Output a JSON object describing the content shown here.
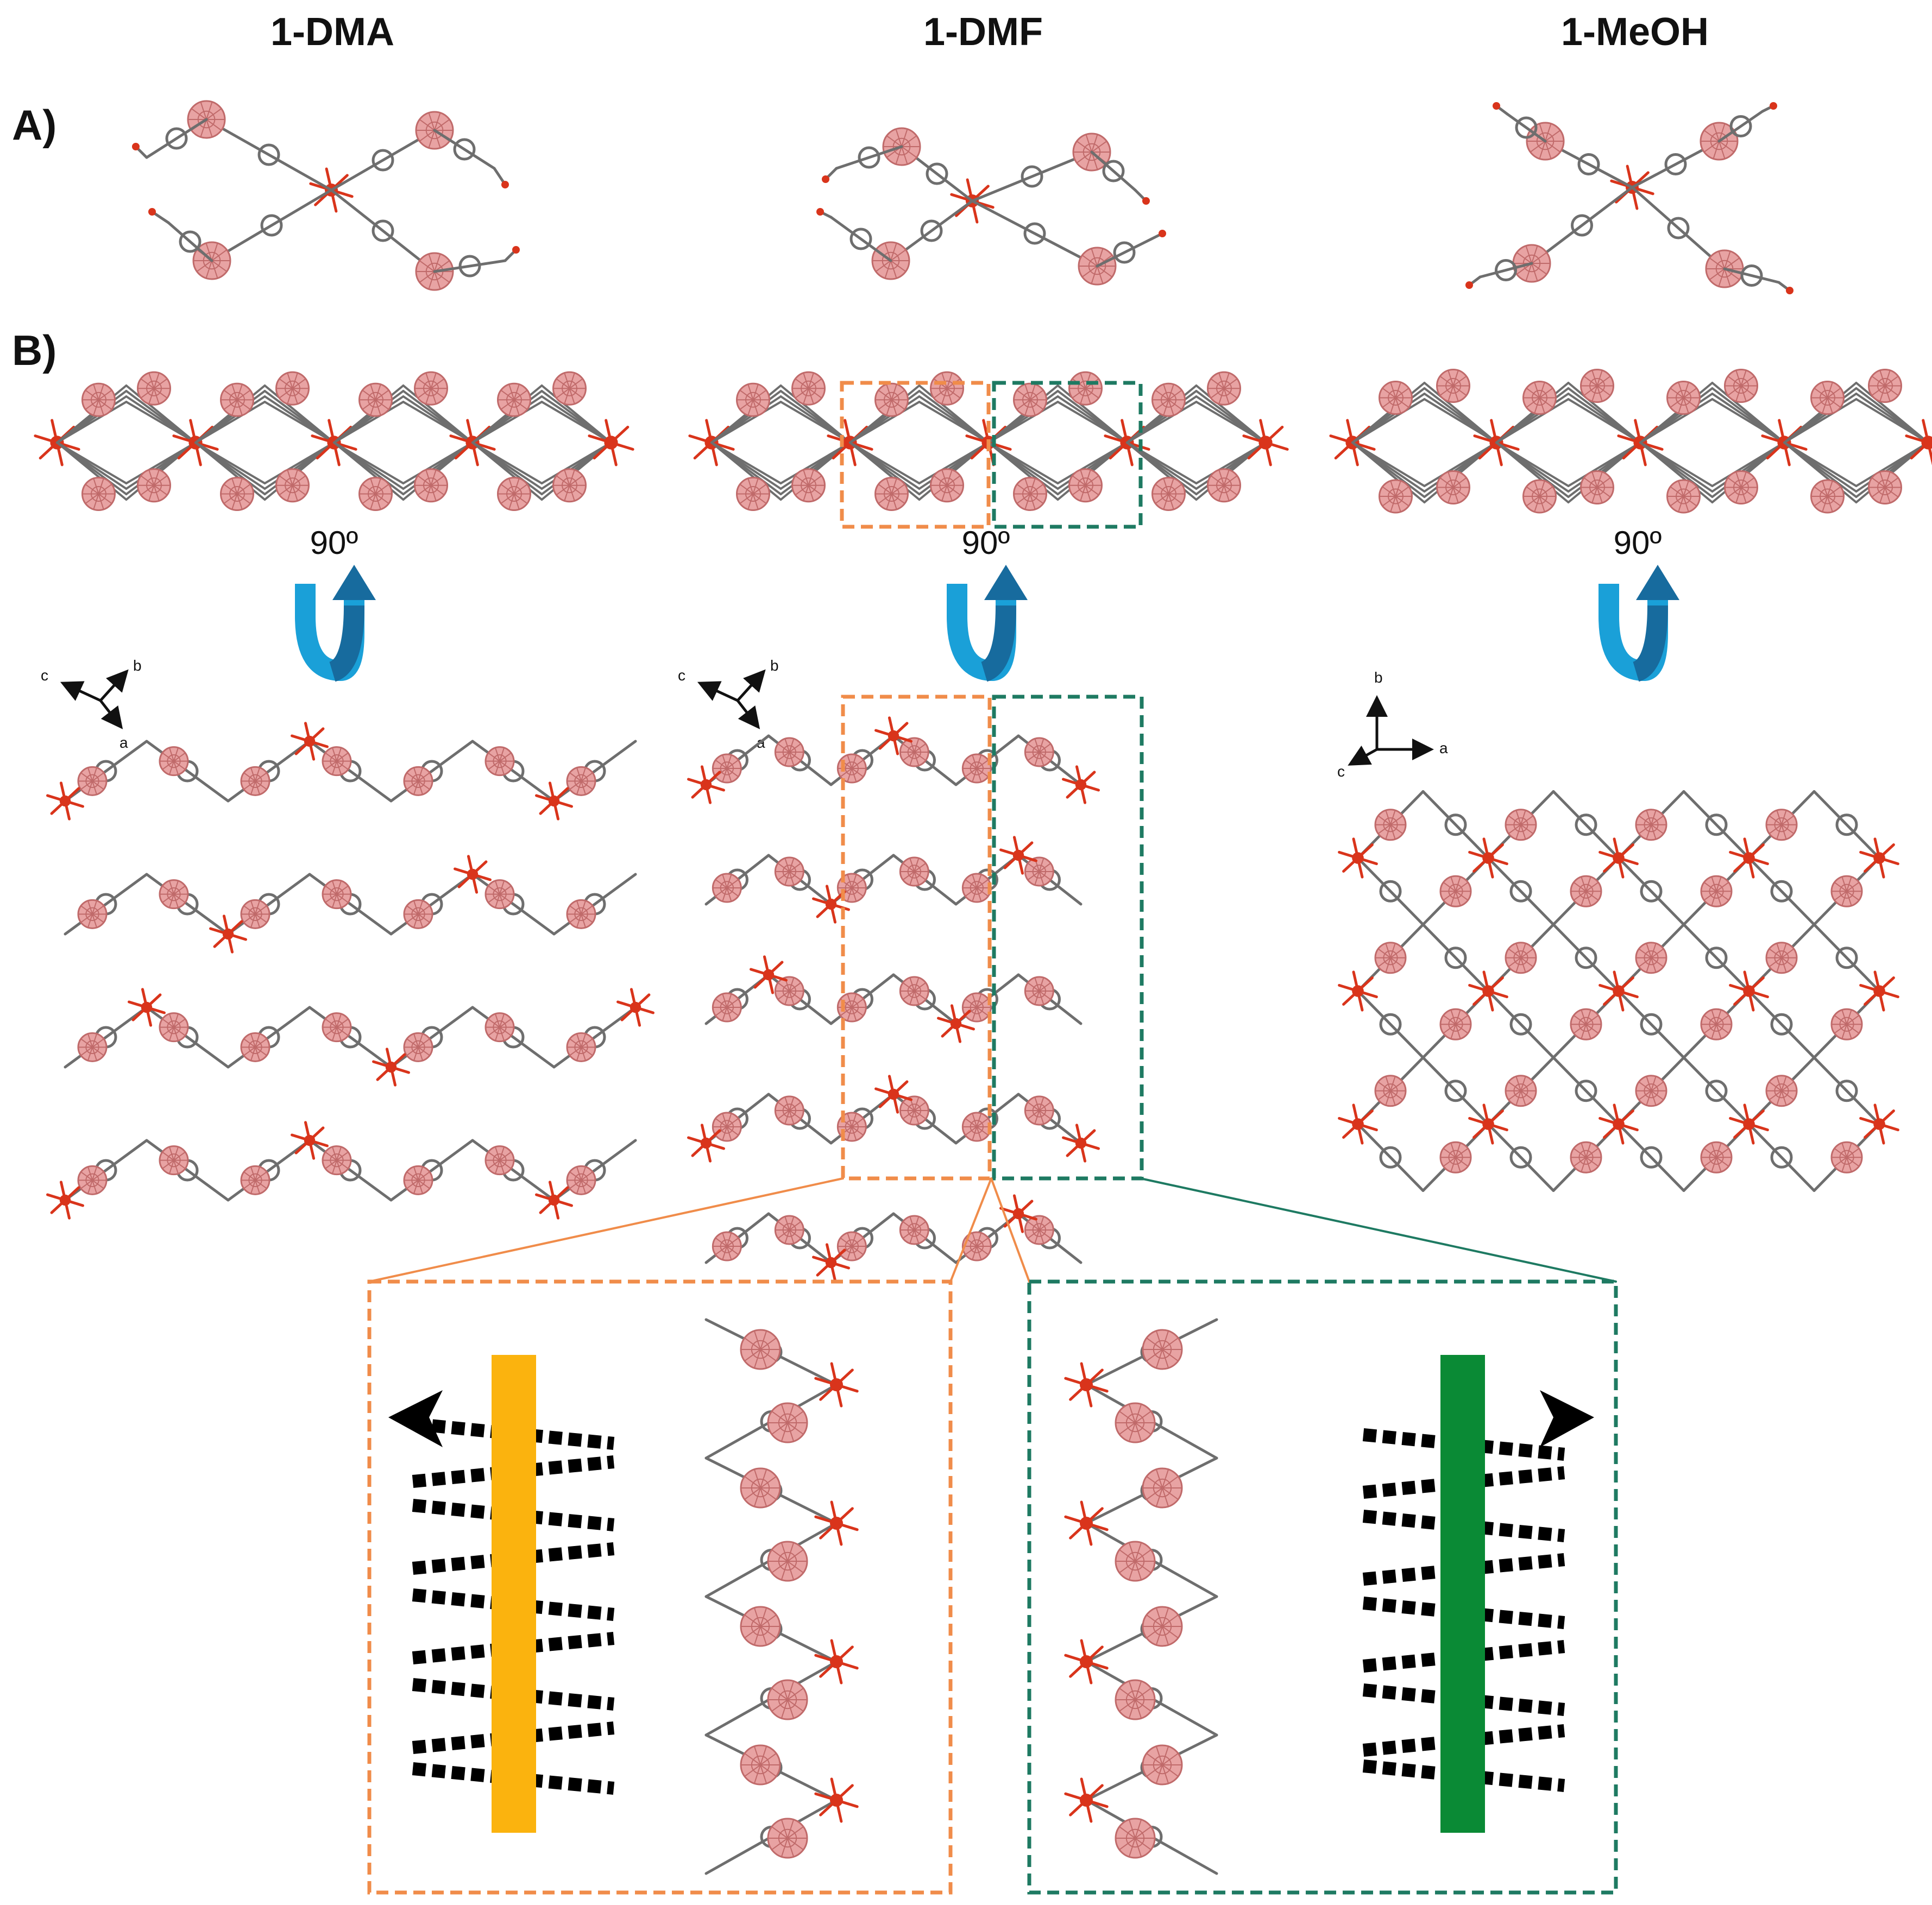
{
  "columns": [
    {
      "title": "1-DMA"
    },
    {
      "title": "1-DMF"
    },
    {
      "title": "1-MeOH"
    }
  ],
  "sections": {
    "a_label": "A)",
    "b_label": "B)"
  },
  "rotation": {
    "label": "90º"
  },
  "axes_labels": {
    "a": "a",
    "b": "b",
    "c": "c"
  },
  "colors": {
    "cage": "#e8a3a3",
    "cage_edge": "#c06a6a",
    "linker": "#6e6e6e",
    "metal": "#d9341b",
    "nitrogen": "#6a6ab8",
    "orange_box": "#f08c4a",
    "teal_box": "#1e7a62",
    "yellow_bar": "#fbb30e",
    "green_bar": "#0a8a35",
    "arrow_blue": "#1aa0d8",
    "arrow_dark": "#176b9e"
  }
}
